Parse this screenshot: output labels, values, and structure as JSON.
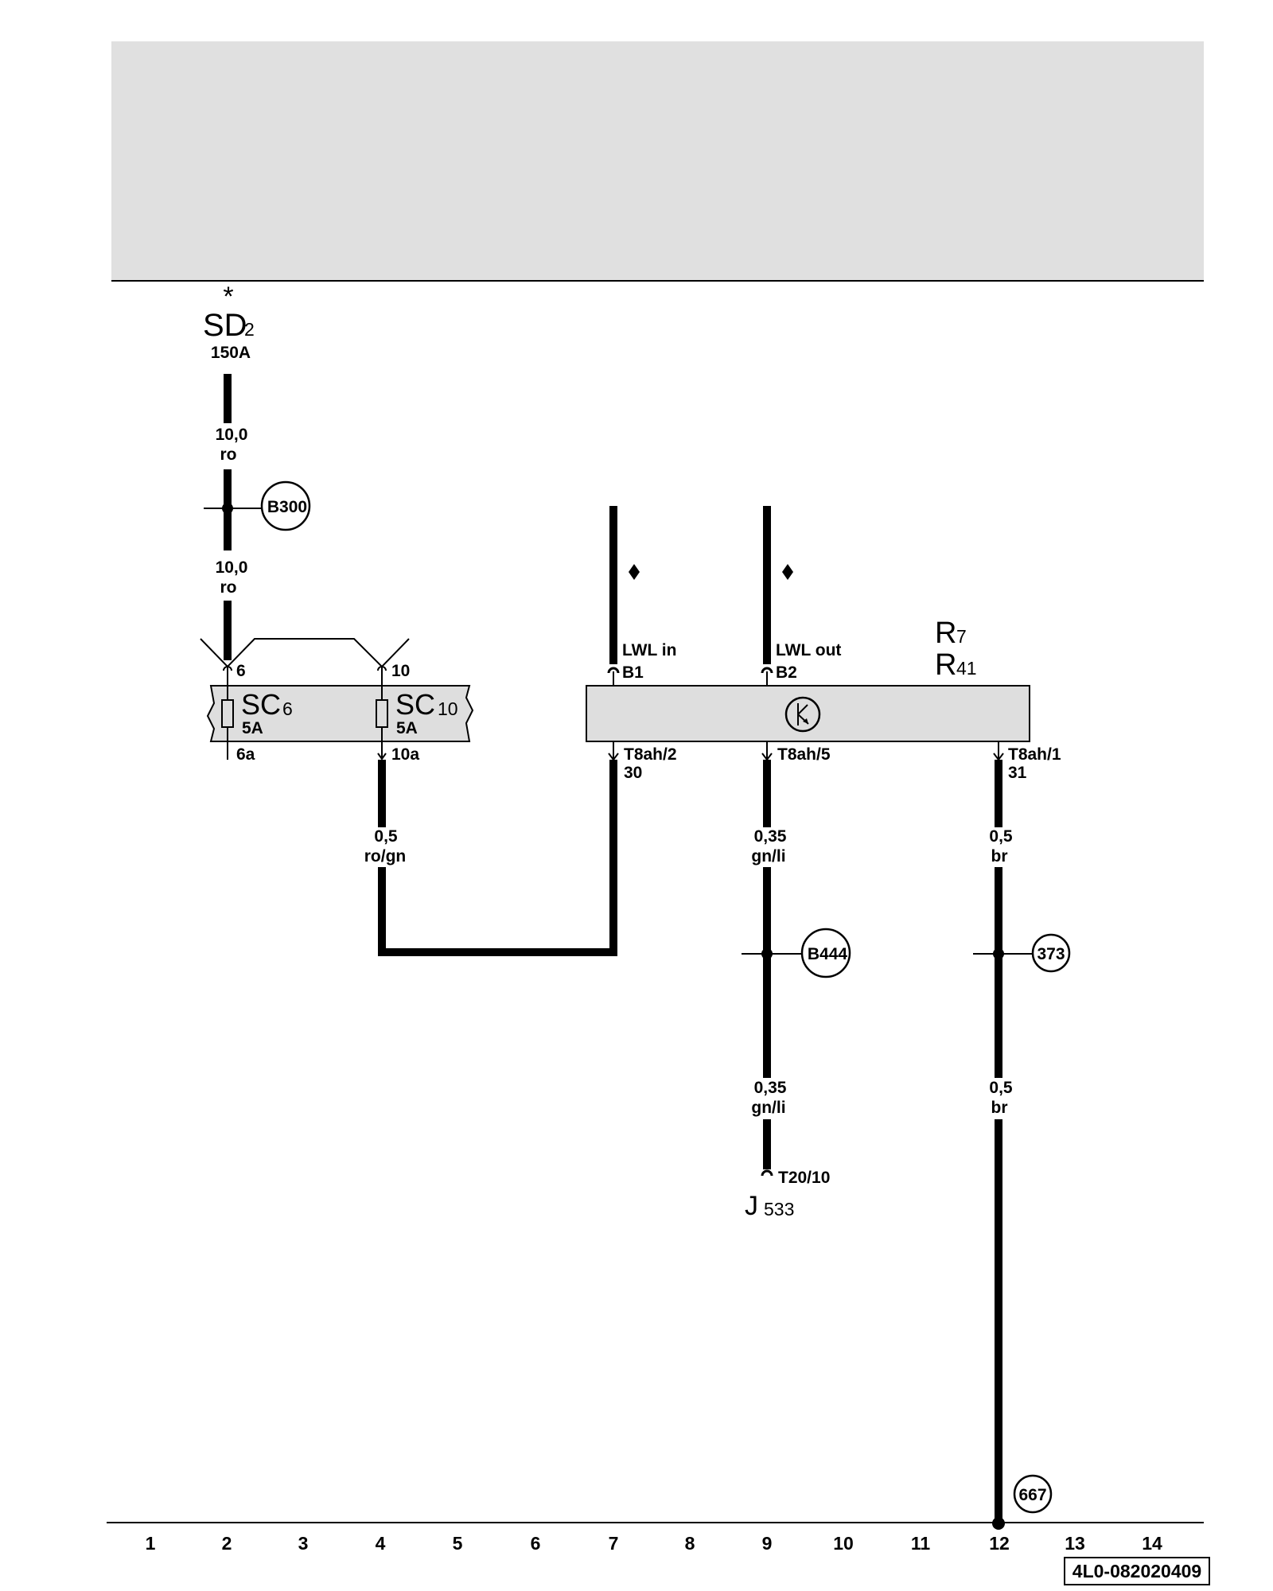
{
  "components": {
    "fuse_main": {
      "id": "SD",
      "sub": "2",
      "rating": "150A",
      "marker": "*"
    },
    "fuse_sc6": {
      "id": "SC",
      "sub": "6",
      "rating": "5A",
      "pin_in": "6",
      "pin_out": "6a"
    },
    "fuse_sc10": {
      "id": "SC",
      "sub": "10",
      "rating": "5A",
      "pin_in": "10",
      "pin_out": "10a"
    },
    "module_r7": {
      "id": "R",
      "sub": "7"
    },
    "module_r41": {
      "id": "R",
      "sub": "41"
    },
    "control_unit": {
      "id": "J",
      "sub": "533",
      "pin": "T20/10"
    }
  },
  "wires": {
    "w_main_top": {
      "size": "10,0",
      "color": "ro"
    },
    "w_main_bottom": {
      "size": "10,0",
      "color": "ro"
    },
    "w_sc10_out": {
      "size": "0,5",
      "color": "ro/gn"
    },
    "w_col9_top": {
      "size": "0,35",
      "color": "gn/li"
    },
    "w_col9_bottom": {
      "size": "0,35",
      "color": "gn/li"
    },
    "w_col12_top": {
      "size": "0,5",
      "color": "br"
    },
    "w_col12_bottom": {
      "size": "0,5",
      "color": "br"
    }
  },
  "module_pins": {
    "b1_name": "LWL in",
    "b1_pin": "B1",
    "b2_name": "LWL out",
    "b2_pin": "B2",
    "t2_pin": "T8ah/2",
    "t2_term": "30",
    "t5_pin": "T8ah/5",
    "t1_pin": "T8ah/1",
    "t1_term": "31"
  },
  "connectors": {
    "b300": "B300",
    "b444": "B444",
    "c373": "373",
    "c667": "667"
  },
  "track_numbers": [
    "1",
    "2",
    "3",
    "4",
    "5",
    "6",
    "7",
    "8",
    "9",
    "10",
    "11",
    "12",
    "13",
    "14"
  ],
  "diagram_code": "4L0-082020409",
  "colors": {
    "header_band": "#e0e0e0",
    "component_fill": "#dedede",
    "wire": "#000000"
  }
}
